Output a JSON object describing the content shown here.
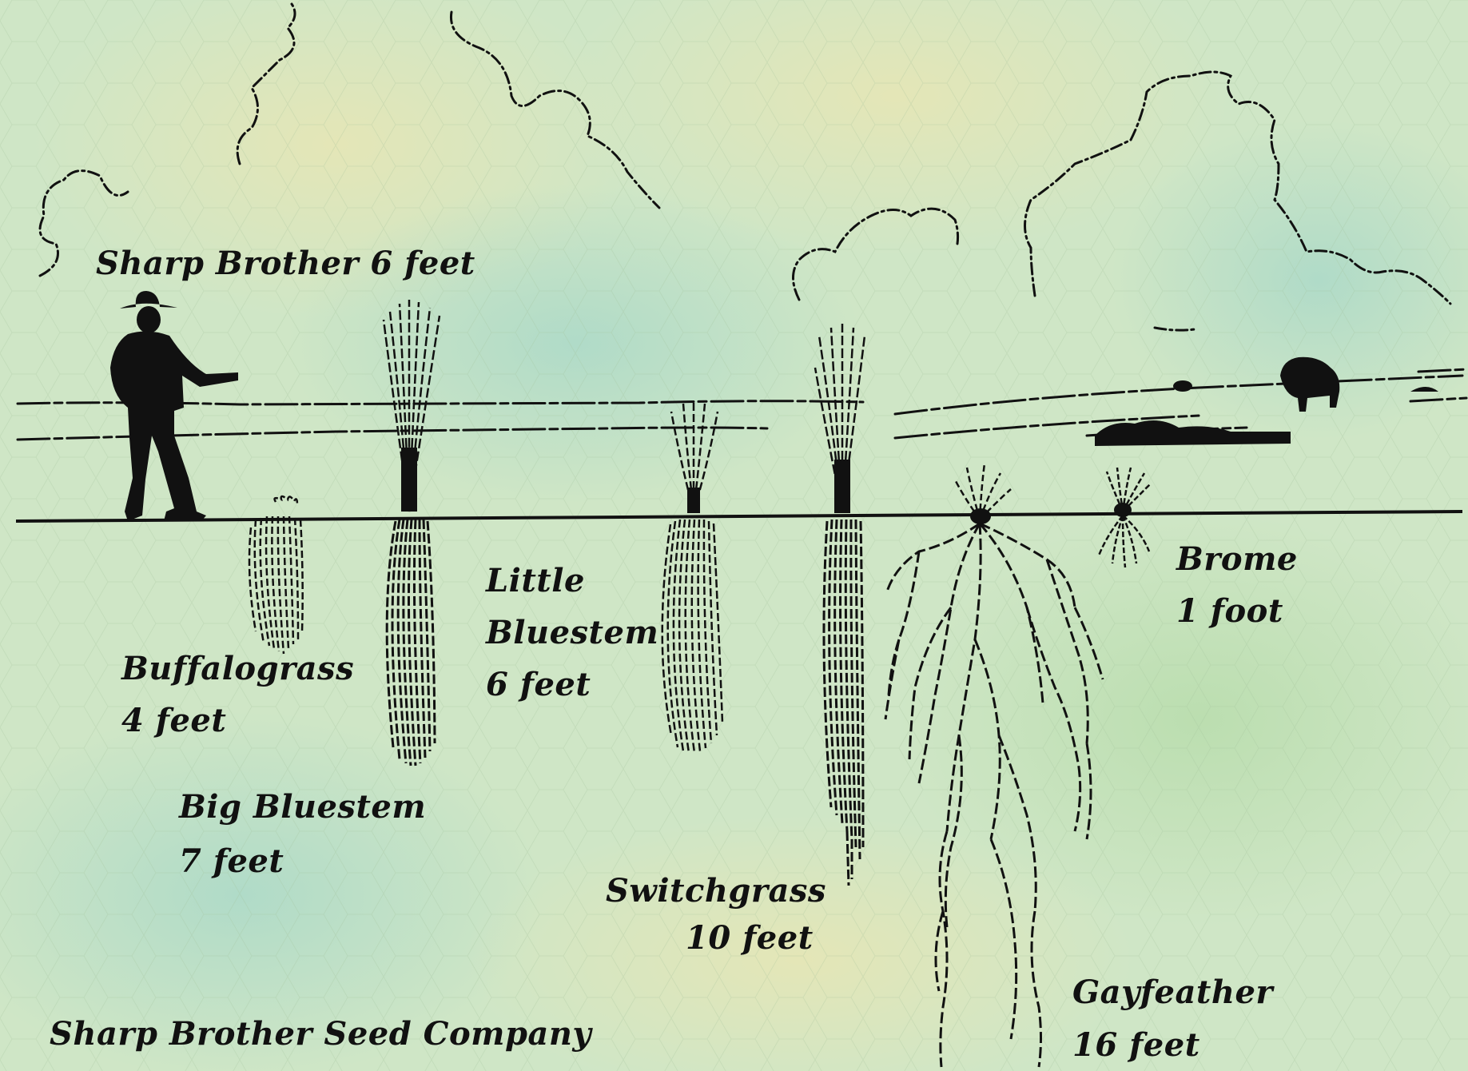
{
  "labels": {
    "sharp_brother": "Sharp Brother 6 feet",
    "buffalograss_name": "Buffalograss",
    "buffalograss_depth": "4 feet",
    "big_bluestem_name": "Big Bluestem",
    "big_bluestem_depth": "7 feet",
    "little_bluestem_line1": "Little",
    "little_bluestem_line2": "Bluestem",
    "little_bluestem_depth": "6 feet",
    "switchgrass_name": "Switchgrass",
    "switchgrass_depth": "10 feet",
    "gayfeather_name": "Gayfeather",
    "gayfeather_depth": "16 feet",
    "brome_name": "Brome",
    "brome_depth": "1 foot",
    "company": "Sharp Brother Seed Company"
  },
  "colors": {
    "ink": "#111111",
    "background": "#cfe6c6"
  }
}
